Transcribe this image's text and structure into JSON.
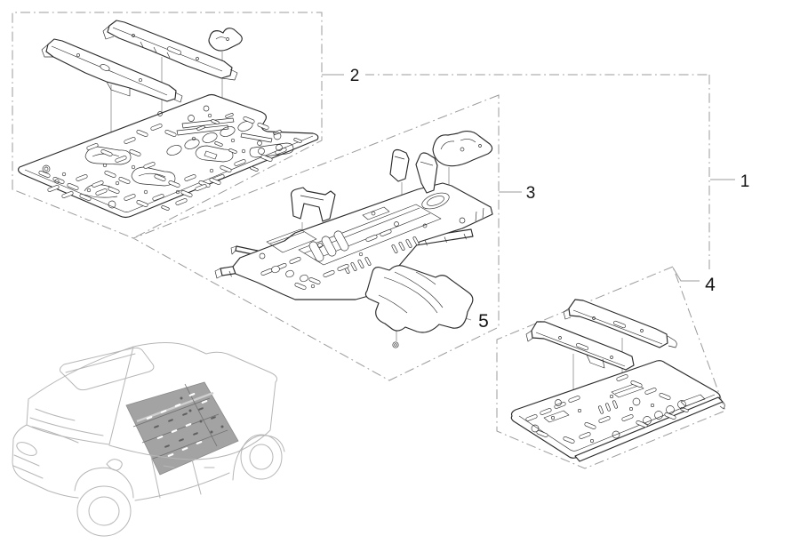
{
  "diagram": {
    "type": "exploded-parts-diagram",
    "subject": "SUV floor panel assembly",
    "callouts": {
      "c1": "1",
      "c2": "2",
      "c3": "3",
      "c4": "4",
      "c5": "5"
    },
    "colors": {
      "box_line": "#9b9b9b",
      "part_line": "#2b2b2b",
      "leader_line": "#8a8a8a",
      "label_text": "#141414",
      "vehicle_line": "#b6b6b6",
      "floor_shade": "#a3a3a3",
      "background": "#ffffff"
    }
  }
}
